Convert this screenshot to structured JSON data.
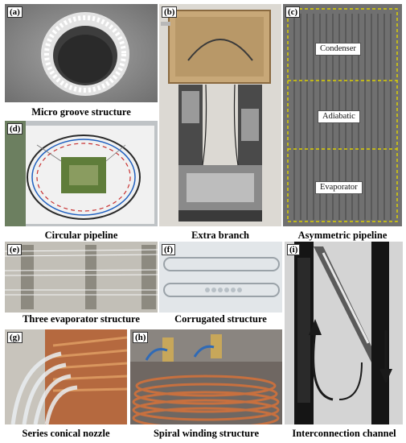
{
  "panels": {
    "a": {
      "letter": "(a)",
      "caption": "Micro groove structure"
    },
    "b": {
      "letter": "(b)",
      "caption": "Extra branch"
    },
    "c": {
      "letter": "(c)",
      "caption": "Asymmetric pipeline",
      "regions": {
        "condenser": "Condenser",
        "adiabatic": "Adiabatic",
        "evaporator": "Evaporator"
      }
    },
    "d": {
      "letter": "(d)",
      "caption": "Circular pipeline"
    },
    "e": {
      "letter": "(e)",
      "caption": "Three evaporator structure"
    },
    "f": {
      "letter": "(f)",
      "caption": "Corrugated structure"
    },
    "g": {
      "letter": "(g)",
      "caption": "Series conical nozzle"
    },
    "h": {
      "letter": "(h)",
      "caption": "Spiral winding structure"
    },
    "i": {
      "letter": "(i)",
      "caption": "Interconnection channel"
    }
  }
}
